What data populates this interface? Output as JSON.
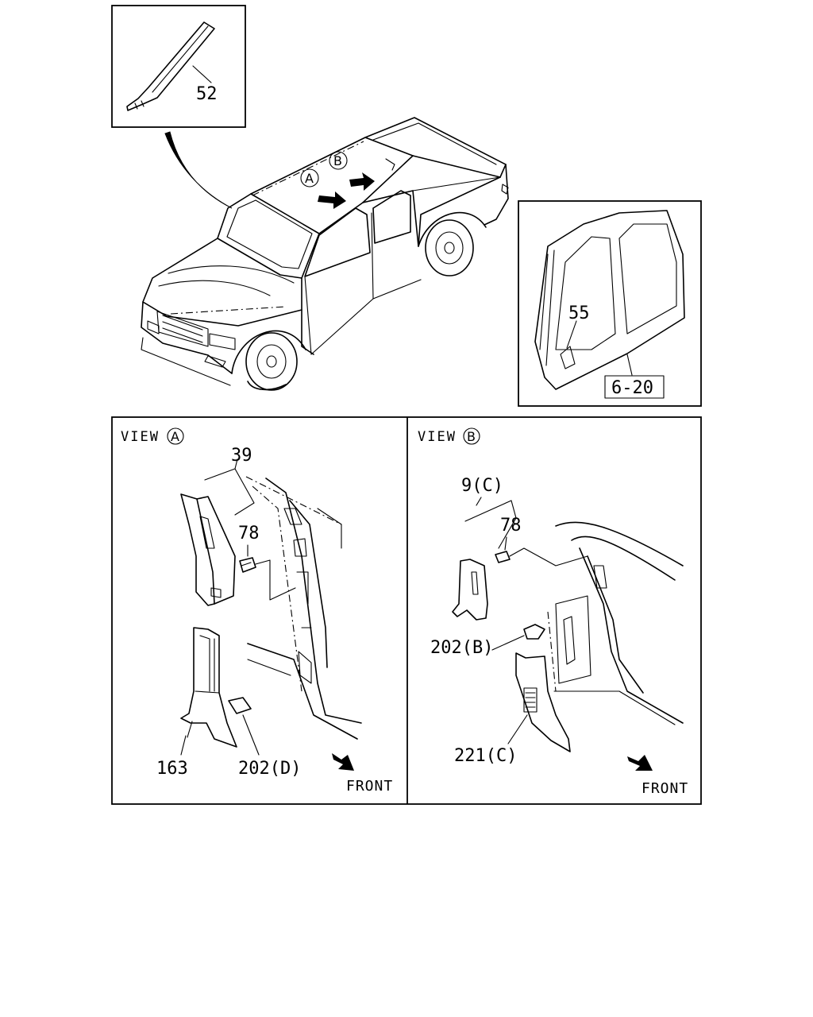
{
  "callouts": {
    "p52": "52",
    "p55": "55",
    "p6_20": "6-20",
    "p39": "39",
    "p78a": "78",
    "p163": "163",
    "p202d": "202(D)",
    "p9c": "9(C)",
    "p78b": "78",
    "p202b": "202(B)",
    "p221c": "221(C)"
  },
  "view_markers": {
    "a": "A",
    "b": "B"
  },
  "views": {
    "a": {
      "title": "VIEW",
      "marker": "A",
      "front": "FRONT"
    },
    "b": {
      "title": "VIEW",
      "marker": "B",
      "front": "FRONT"
    }
  },
  "colors": {
    "line": "#000000",
    "background": "#ffffff"
  }
}
